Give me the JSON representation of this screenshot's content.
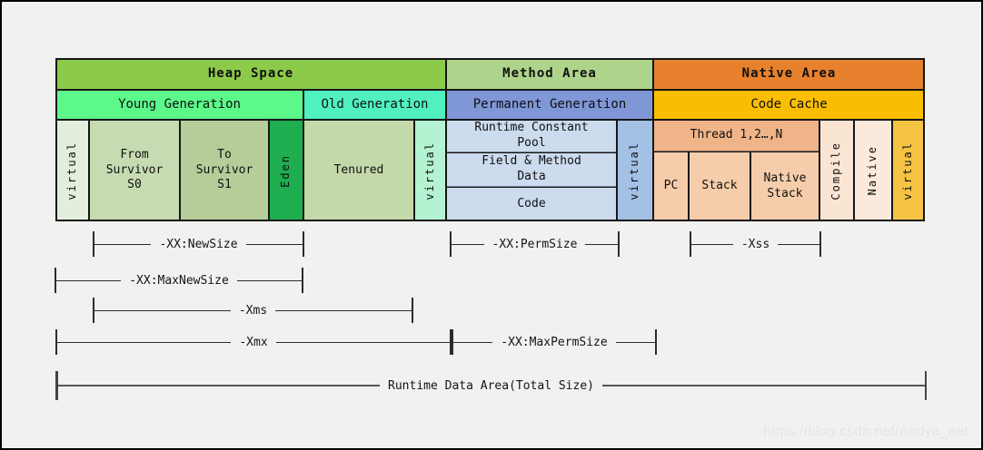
{
  "headers": {
    "heap_space": "Heap Space",
    "method_area": "Method Area",
    "native_area": "Native Area"
  },
  "generations": {
    "young": "Young Generation",
    "old": "Old Generation",
    "permanent": "Permanent Generation",
    "code_cache": "Code Cache"
  },
  "heap_cells": {
    "virtual_young": "virtual",
    "from_survivor": "From Survivor S0",
    "to_survivor": "To Survivor S1",
    "eden": "Eden",
    "tenured": "Tenured",
    "virtual_old": "virtual"
  },
  "method_cells": {
    "runtime_constant_pool": "Runtime Constant Pool",
    "field_method_data": "Field & Method Data",
    "code": "Code",
    "virtual_perm": "virtual"
  },
  "native_cells": {
    "thread_header": "Thread 1,2…,N",
    "pc": "PC",
    "stack": "Stack",
    "native_stack": "Native Stack",
    "compile": "Compile",
    "native": "Native",
    "virtual_native": "virtual"
  },
  "jvm_flags": {
    "new_size": "-XX:NewSize",
    "perm_size": "-XX:PermSize",
    "xss": "-Xss",
    "max_new_size": "-XX:MaxNewSize",
    "xms": "-Xms",
    "xmx": "-Xmx",
    "max_perm_size": "-XX:MaxPermSize",
    "total_size": "Runtime Data Area(Total Size)"
  },
  "watermark": "https://blog.csdn.net/Andya_net",
  "colors": {
    "heap_header": "#8ccb49",
    "method_header": "#aed48b",
    "native_header": "#e8812e",
    "young_gen": "#5cf98a",
    "old_gen": "#50f0c0",
    "perm_gen": "#7f96d7",
    "code_cache": "#fbbd02",
    "virtual_young": "#e3eedd",
    "from_survivor": "#c6dbb1",
    "to_survivor": "#b6cd9a",
    "eden": "#1fae4f",
    "tenured": "#c4d9a9",
    "virtual_old": "#b4f2d1",
    "perm_box": "#ccdbee",
    "virtual_perm": "#a3c1e5",
    "thread_header": "#f0b489",
    "thread_box": "#f6cdab",
    "compile": "#fae5d3",
    "native": "#fbeadc",
    "virtual_native": "#f6c444"
  }
}
